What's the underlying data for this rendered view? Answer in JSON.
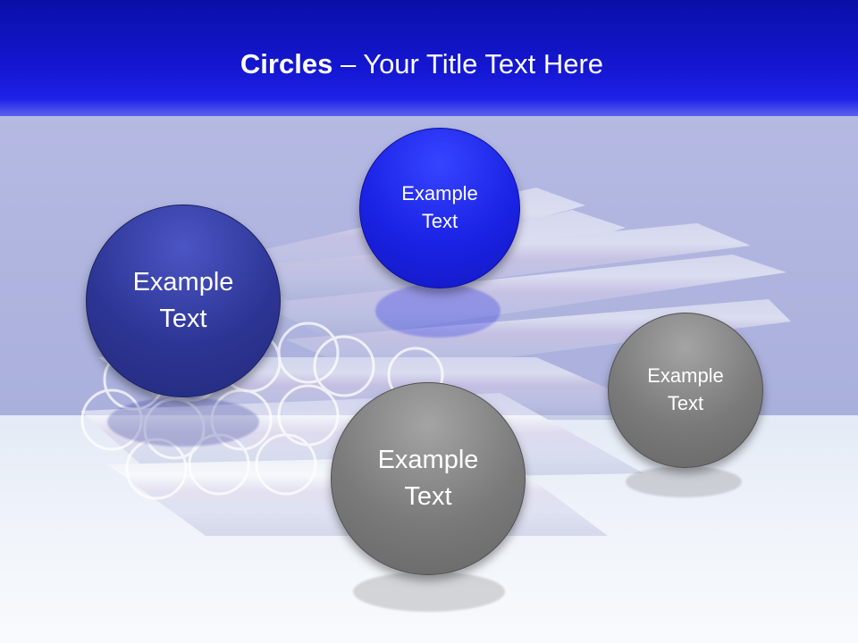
{
  "header": {
    "title_bold": "Circles",
    "title_rest": " – Your Title Text Here"
  },
  "circles": [
    {
      "text": "Example\nText",
      "color": "#2d3594"
    },
    {
      "text": "Example\nText",
      "color": "#1a22e4"
    },
    {
      "text": "Example\nText",
      "color": "#7a7a7a"
    },
    {
      "text": "Example\nText",
      "color": "#7a7a7a"
    }
  ],
  "colors": {
    "title_bar": "#1417d2",
    "background": "#b4b9e2",
    "floor": "#eef3fa"
  },
  "illustration": "stacked-pipes"
}
